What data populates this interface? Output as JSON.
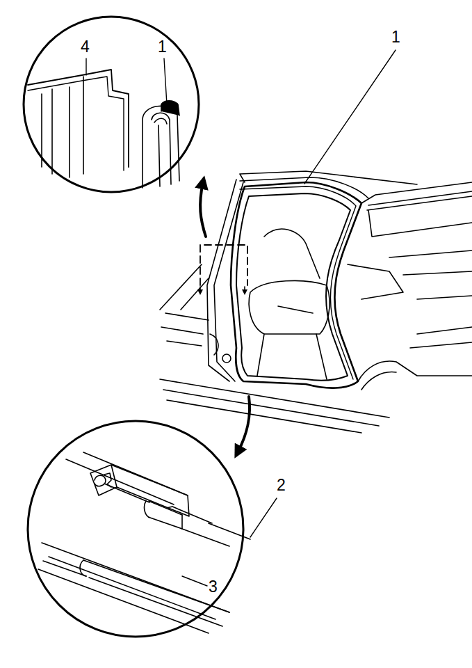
{
  "diagram": {
    "labels": [
      "4",
      "1",
      "1",
      "2",
      "3"
    ]
  }
}
